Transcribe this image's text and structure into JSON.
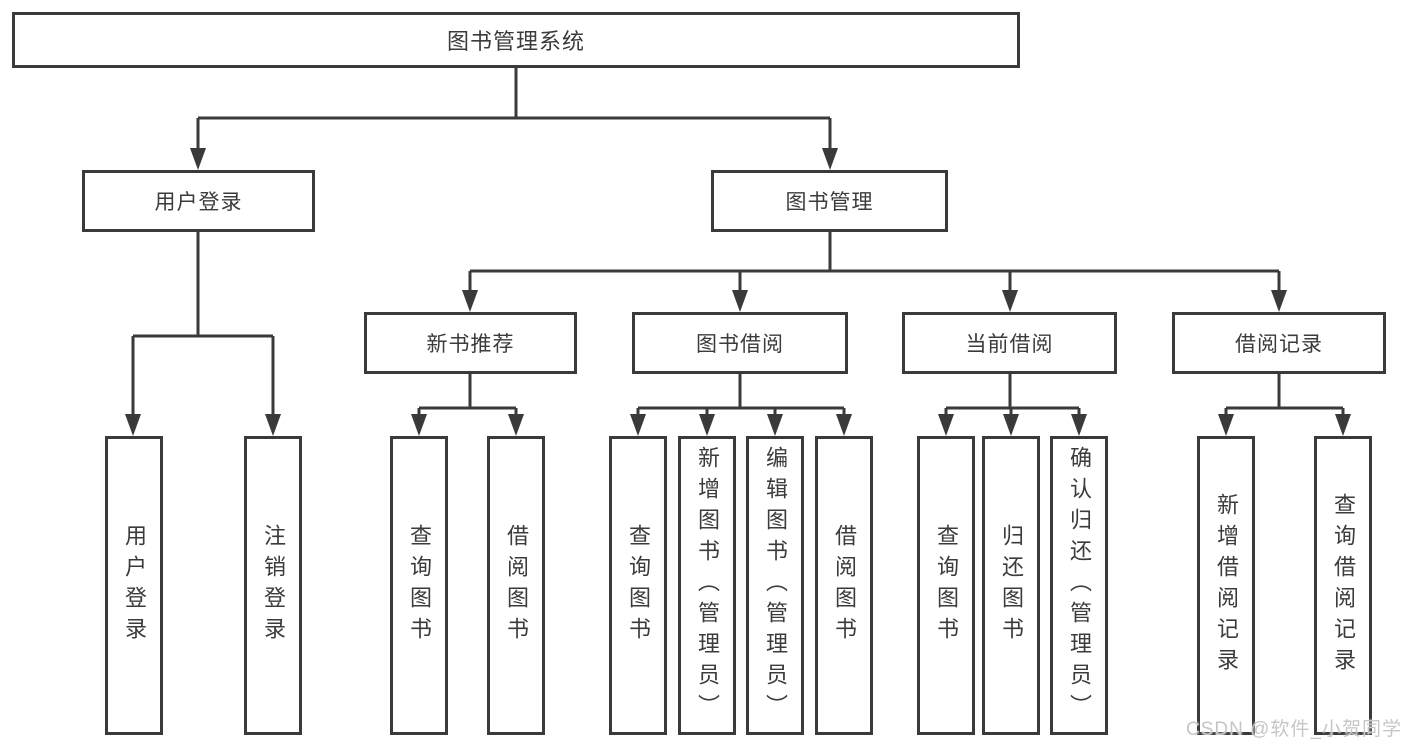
{
  "diagram": {
    "title": "图书管理系统",
    "level2": [
      {
        "label": "用户登录"
      },
      {
        "label": "图书管理"
      }
    ],
    "level3": [
      {
        "label": "新书推荐"
      },
      {
        "label": "图书借阅"
      },
      {
        "label": "当前借阅"
      },
      {
        "label": "借阅记录"
      }
    ],
    "leaves": {
      "user_login": [
        {
          "label": "用户登录"
        },
        {
          "label": "注销登录"
        }
      ],
      "new_books": [
        {
          "label": "查询图书"
        },
        {
          "label": "借阅图书"
        }
      ],
      "book_borrow": [
        {
          "label": "查询图书"
        },
        {
          "label": "新增图书（管理员）"
        },
        {
          "label": "编辑图书（管理员）"
        },
        {
          "label": "借阅图书"
        }
      ],
      "current_borrow": [
        {
          "label": "查询图书"
        },
        {
          "label": "归还图书"
        },
        {
          "label": "确认归还（管理员）"
        }
      ],
      "borrow_records": [
        {
          "label": "新增借阅记录"
        },
        {
          "label": "查询借阅记录"
        }
      ]
    }
  },
  "watermark": "CSDN @软件_小贺同学",
  "colors": {
    "line": "#3a3a3a",
    "text": "#3b3b3b",
    "watermark": "#c6c6c6",
    "background": "#ffffff"
  }
}
